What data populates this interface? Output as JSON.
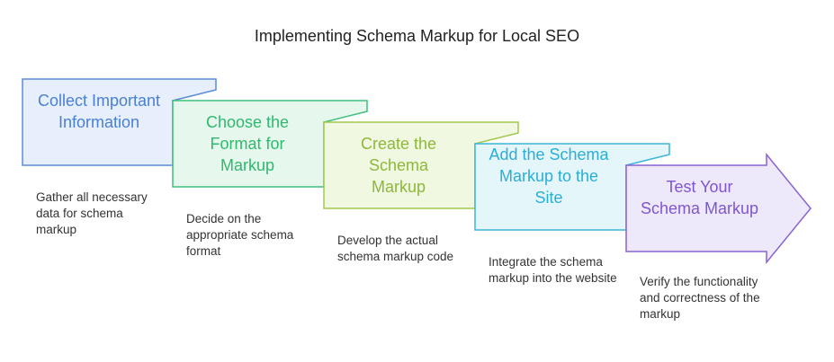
{
  "title": "Implementing Schema Markup for Local SEO",
  "steps": [
    {
      "label": "Collect Important Information",
      "description": "Gather all necessary data for schema markup",
      "fill": "#e7eefc",
      "stroke": "#5b8bd9",
      "text_color": "#4a7fd4"
    },
    {
      "label": "Choose the Format for Markup",
      "description": "Decide on the appropriate schema format",
      "fill": "#e6f8ee",
      "stroke": "#3fc07d",
      "text_color": "#2fb86e"
    },
    {
      "label": "Create the Schema Markup",
      "description": "Develop the actual schema markup code",
      "fill": "#f1f8e1",
      "stroke": "#a2c84d",
      "text_color": "#8db83a"
    },
    {
      "label": "Add the Schema Markup to the Site",
      "description": "Integrate the schema markup into the website",
      "fill": "#e5f6fb",
      "stroke": "#3bb6dc",
      "text_color": "#2aaed6"
    },
    {
      "label": "Test Your Schema Markup",
      "description": "Verify the functionality and correctness of the markup",
      "fill": "#eee8fb",
      "stroke": "#8a63d2",
      "text_color": "#7f56cf"
    }
  ]
}
